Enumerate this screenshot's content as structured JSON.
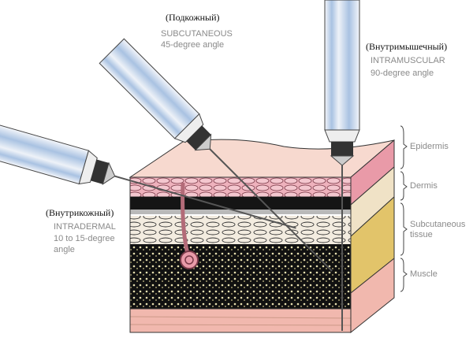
{
  "injections": {
    "subcutaneous": {
      "ru": "(Подкожный)",
      "name": "SUBCUTANEOUS",
      "angle": "45-degree angle"
    },
    "intramuscular": {
      "ru": "(Внутримышечный)",
      "name": "INTRAMUSCULAR",
      "angle": "90-degree angle"
    },
    "intradermal": {
      "ru": "(Внутрикожный)",
      "name": "INTRADERMAL",
      "angle_line1": "10 to 15-degree",
      "angle_line2": "angle"
    }
  },
  "layers": [
    "Epidermis",
    "Dermis",
    "Subcutaneous tissue",
    "Muscle"
  ],
  "colors": {
    "epidermis": "#f7d9cf",
    "dermis": "#e99aa8",
    "subcutaneous": "#e2c46a",
    "muscle": "#f1b8ae",
    "barrel": "#a9c2e2"
  }
}
